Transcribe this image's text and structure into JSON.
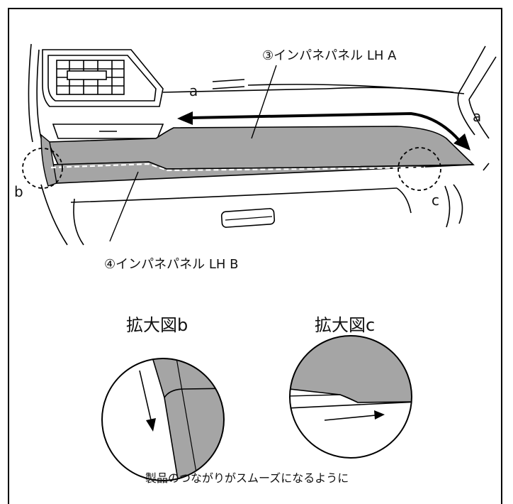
{
  "labels": {
    "part_a": "③インパネパネル LH A",
    "part_b": "④インパネパネル LH B",
    "letter_a_left": "a",
    "letter_a_right": "a",
    "letter_b": "b",
    "letter_c": "c"
  },
  "details": {
    "b_title": "拡大図b",
    "c_title": "拡大図c"
  },
  "caption": "製品のつながりがスムーズになるように",
  "colors": {
    "panel_fill": "#a5a5a5",
    "line": "#000000",
    "background": "#ffffff"
  }
}
